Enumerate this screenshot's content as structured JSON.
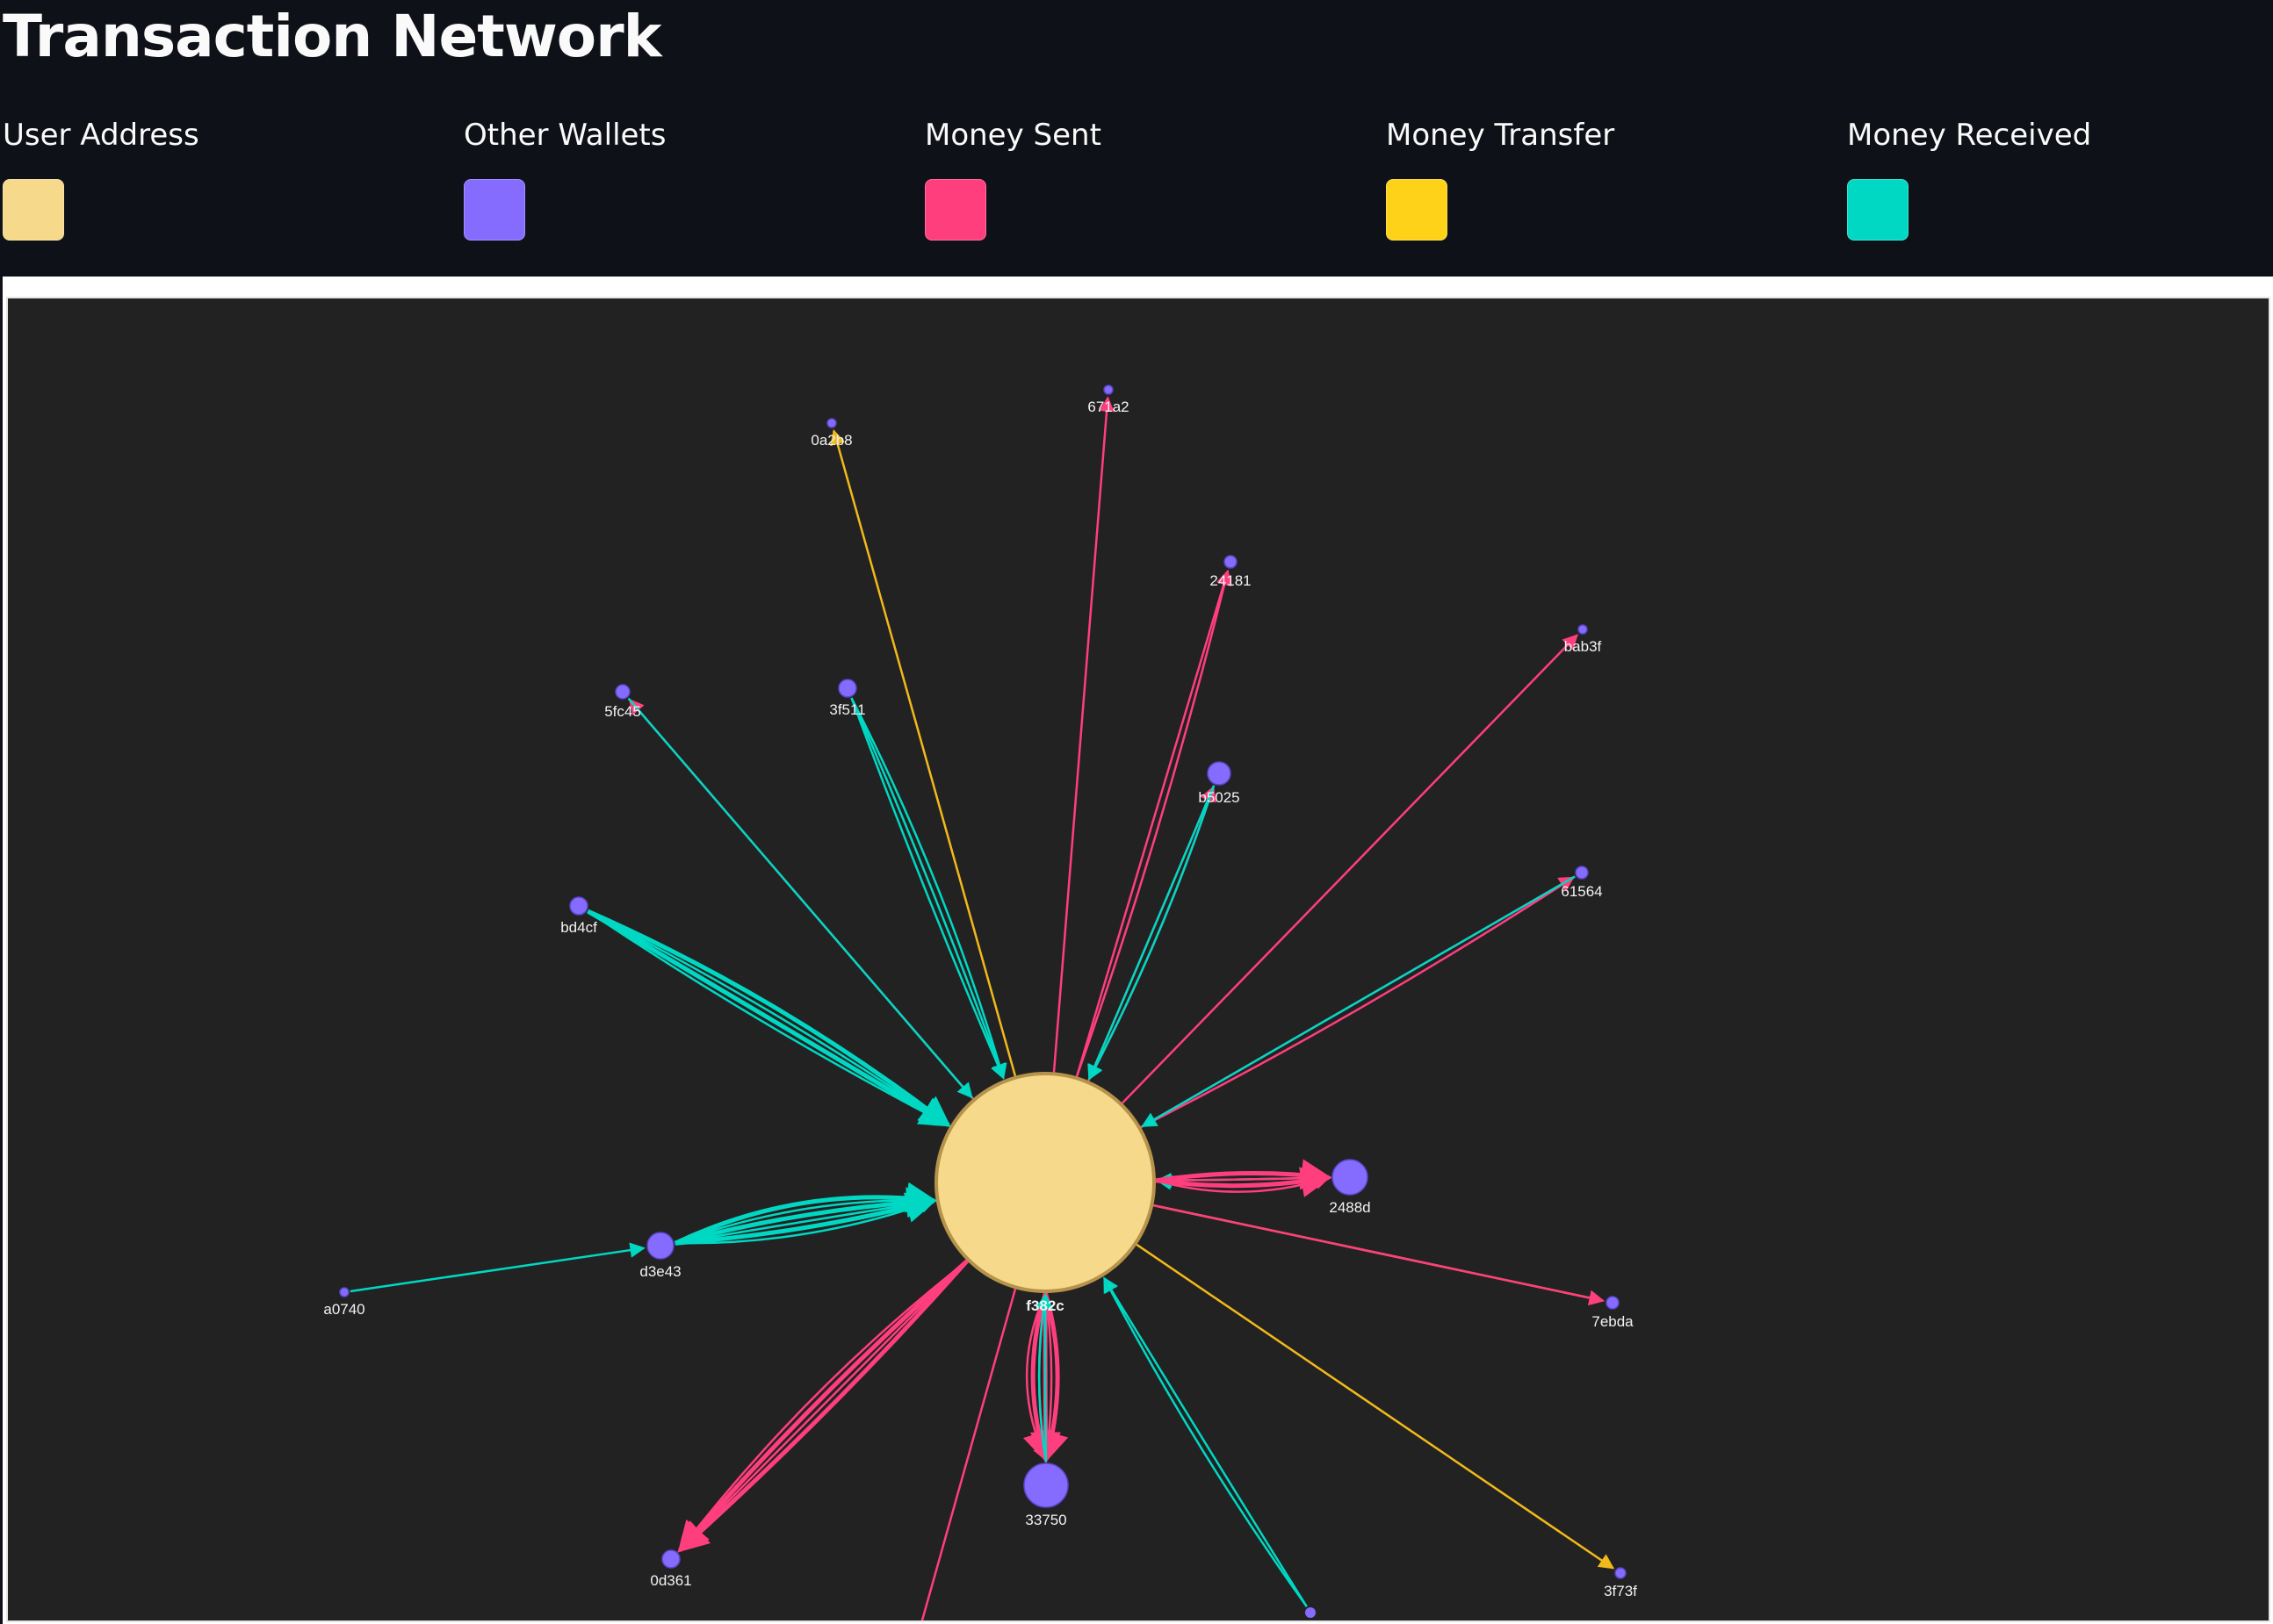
{
  "page": {
    "title": "Transaction Network"
  },
  "legend": [
    {
      "label": "User Address",
      "color": "#f7d98c"
    },
    {
      "label": "Other Wallets",
      "color": "#866cfe"
    },
    {
      "label": "Money Sent",
      "color": "#ff3e7e"
    },
    {
      "label": "Money Transfer",
      "color": "#ffd21a"
    },
    {
      "label": "Money Received",
      "color": "#00d8c3"
    }
  ],
  "graph": {
    "background": "#222222",
    "user_node": {
      "id": "f382c",
      "color": "#f7d98c",
      "stroke": "#b6934a"
    },
    "wallet_color": "#866cfe",
    "edge_colors": {
      "sent": "#ff3e7e",
      "transfer": "#f2b91b",
      "received": "#00d8c3"
    },
    "nodes": [
      {
        "id": "0a2b8"
      },
      {
        "id": "671a2"
      },
      {
        "id": "24181"
      },
      {
        "id": "bab3f"
      },
      {
        "id": "5fc45"
      },
      {
        "id": "3f511"
      },
      {
        "id": "b5025"
      },
      {
        "id": "61564"
      },
      {
        "id": "bd4cf"
      },
      {
        "id": "2488d"
      },
      {
        "id": "d3e43"
      },
      {
        "id": "a0740"
      },
      {
        "id": "7ebda"
      },
      {
        "id": "0d361"
      },
      {
        "id": "33750"
      },
      {
        "id": "3f73f"
      }
    ],
    "edges": [
      {
        "from": "f382c",
        "to": "0a2b8",
        "kind": "transfer",
        "count": 1
      },
      {
        "from": "f382c",
        "to": "671a2",
        "kind": "sent",
        "count": 1
      },
      {
        "from": "f382c",
        "to": "24181",
        "kind": "sent",
        "count": 2
      },
      {
        "from": "f382c",
        "to": "bab3f",
        "kind": "sent",
        "count": 1
      },
      {
        "from": "f382c",
        "to": "5fc45",
        "kind": "sent",
        "count": 1
      },
      {
        "from": "5fc45",
        "to": "f382c",
        "kind": "received",
        "count": 1
      },
      {
        "from": "3f511",
        "to": "f382c",
        "kind": "received",
        "count": 3
      },
      {
        "from": "f382c",
        "to": "b5025",
        "kind": "sent",
        "count": 2
      },
      {
        "from": "b5025",
        "to": "f382c",
        "kind": "received",
        "count": 2
      },
      {
        "from": "f382c",
        "to": "61564",
        "kind": "sent",
        "count": 2
      },
      {
        "from": "61564",
        "to": "f382c",
        "kind": "received",
        "count": 1
      },
      {
        "from": "bd4cf",
        "to": "f382c",
        "kind": "received",
        "count": 4
      },
      {
        "from": "2488d",
        "to": "f382c",
        "kind": "received",
        "count": 2
      },
      {
        "from": "f382c",
        "to": "2488d",
        "kind": "sent",
        "count": 4
      },
      {
        "from": "d3e43",
        "to": "f382c",
        "kind": "received",
        "count": 6
      },
      {
        "from": "a0740",
        "to": "d3e43",
        "kind": "received",
        "count": 1
      },
      {
        "from": "f382c",
        "to": "7ebda",
        "kind": "transfer",
        "count": 1
      },
      {
        "from": "f382c",
        "to": "7ebda",
        "kind": "sent",
        "count": 1
      },
      {
        "from": "f382c",
        "to": "0d361",
        "kind": "sent",
        "count": 4
      },
      {
        "from": "f382c",
        "to": "33750",
        "kind": "sent",
        "count": 6
      },
      {
        "from": "33750",
        "to": "f382c",
        "kind": "received",
        "count": 2
      },
      {
        "from": "f382c",
        "to": "3f73f",
        "kind": "transfer",
        "count": 1
      },
      {
        "from": "f382c",
        "to": "offscreen-bottom-left",
        "kind": "sent",
        "count": 1
      },
      {
        "from": "offscreen-bottom-right",
        "to": "f382c",
        "kind": "received",
        "count": 2
      }
    ]
  }
}
